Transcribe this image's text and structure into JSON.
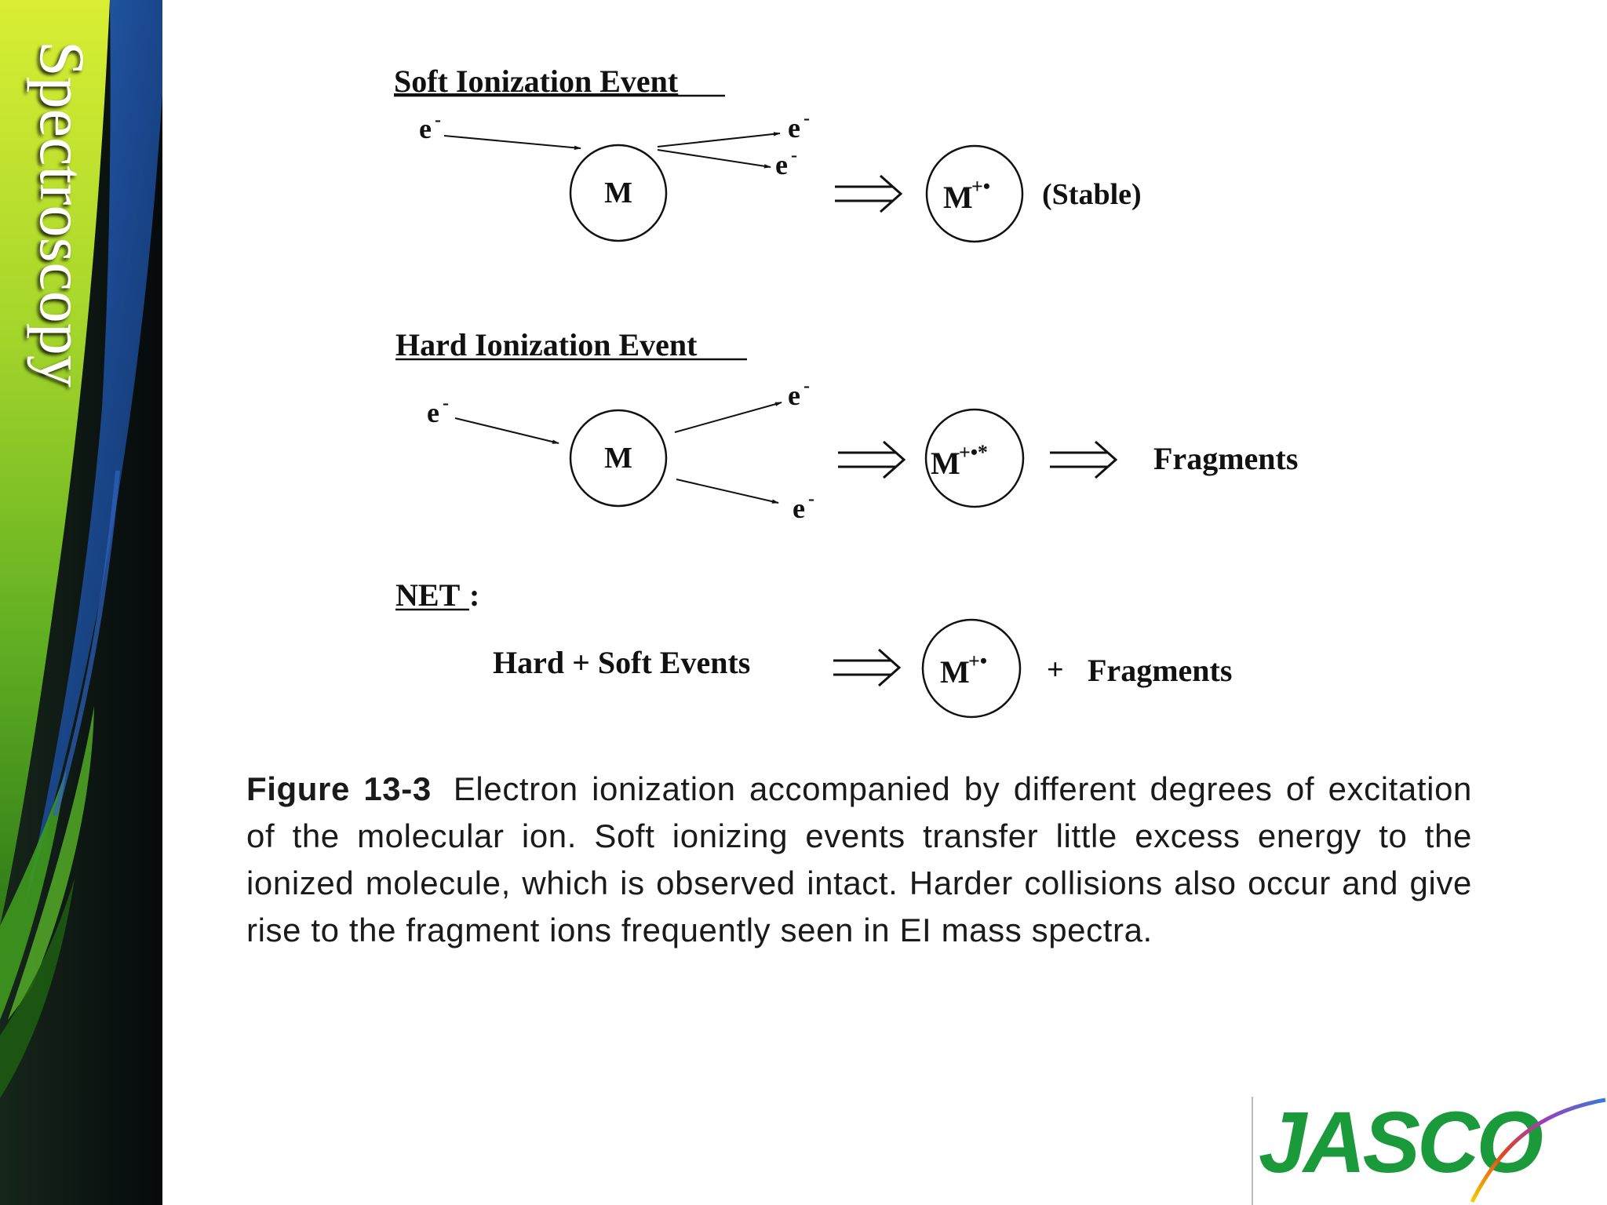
{
  "sidebar": {
    "title": "Spectroscopy"
  },
  "soft_event": {
    "heading": "Soft Ionization Event",
    "electron_in": "e",
    "electron_out_1": "e",
    "electron_out_2": "e",
    "charge": "-",
    "molecule": "M",
    "ion": "M",
    "ion_charge": "+•",
    "result": "(Stable)"
  },
  "hard_event": {
    "heading": "Hard Ionization Event",
    "electron_in": "e",
    "electron_out_1": "e",
    "electron_out_2": "e",
    "charge": "-",
    "molecule": "M",
    "ion": "M",
    "ion_charge": "+•*",
    "result": "Fragments"
  },
  "net": {
    "heading": "NET",
    "colon": ":",
    "left_side": "Hard + Soft Events",
    "ion": "M",
    "ion_charge": "+•",
    "plus": "+",
    "result": "Fragments"
  },
  "caption": {
    "label": "Figure 13-3",
    "text": "Electron ionization accompanied by different degrees of excitation of the molecular ion. Soft ionizing events transfer little excess energy to the ionized molecule, which is observed intact. Harder collisions also occur and give rise to the fragment ions frequently seen in EI mass spectra."
  },
  "logo": {
    "text": "JASCO",
    "icon": "jasco-logo",
    "colors": {
      "green": "#1b9a3c",
      "arc_start": "#f2d000",
      "arc_end": "#3a7bd5"
    }
  },
  "colors": {
    "sidebar_dark": "#0b1418",
    "sidebar_green": "#7cc520",
    "sidebar_yellow": "#d9ee33",
    "sidebar_blue": "#2e6fd1"
  }
}
